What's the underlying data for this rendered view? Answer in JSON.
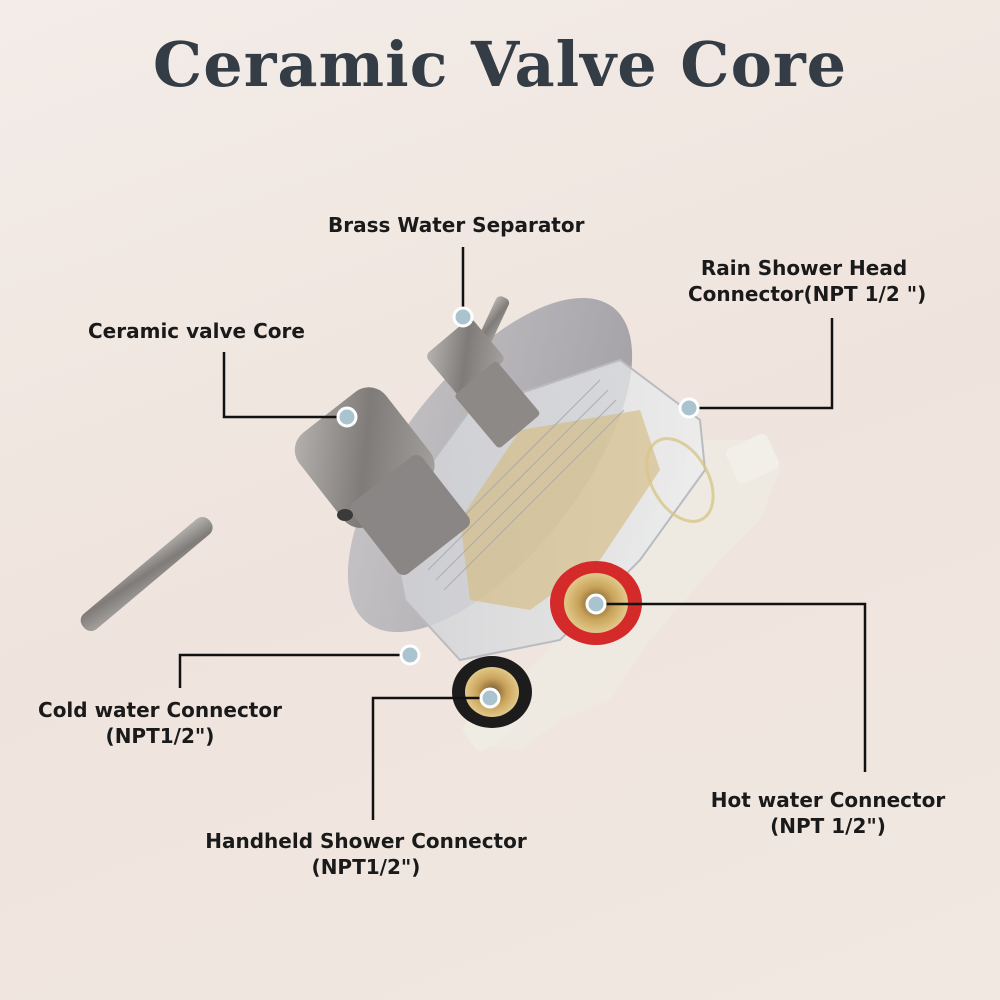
{
  "title": "Ceramic Valve Core",
  "colors": {
    "background": "#f1e8e2",
    "title_text": "#343d45",
    "label_text": "#1a1a1a",
    "leader_line": "#111111",
    "marker_dot": "#a9c3cf",
    "hot_ring": "#d42a2a",
    "cold_ring": "#1c1c1c",
    "brass": "#c9a35a",
    "brushed_nickel": "#8e8a88"
  },
  "callouts": [
    {
      "id": "brass-water-separator",
      "line1": "Brass Water Separator",
      "line2": ""
    },
    {
      "id": "rain-shower-head-connector",
      "line1": "Rain Shower Head",
      "line2": "Connector(NPT 1/2 \")"
    },
    {
      "id": "ceramic-valve-core",
      "line1": "Ceramic valve Core",
      "line2": ""
    },
    {
      "id": "cold-water-connector",
      "line1": "Cold water Connector",
      "line2": "(NPT1/2\")"
    },
    {
      "id": "handheld-shower-connector",
      "line1": "Handheld Shower Connector",
      "line2": "(NPT1/2\")"
    },
    {
      "id": "hot-water-connector",
      "line1": "Hot water Connector",
      "line2": "(NPT 1/2\")"
    }
  ]
}
